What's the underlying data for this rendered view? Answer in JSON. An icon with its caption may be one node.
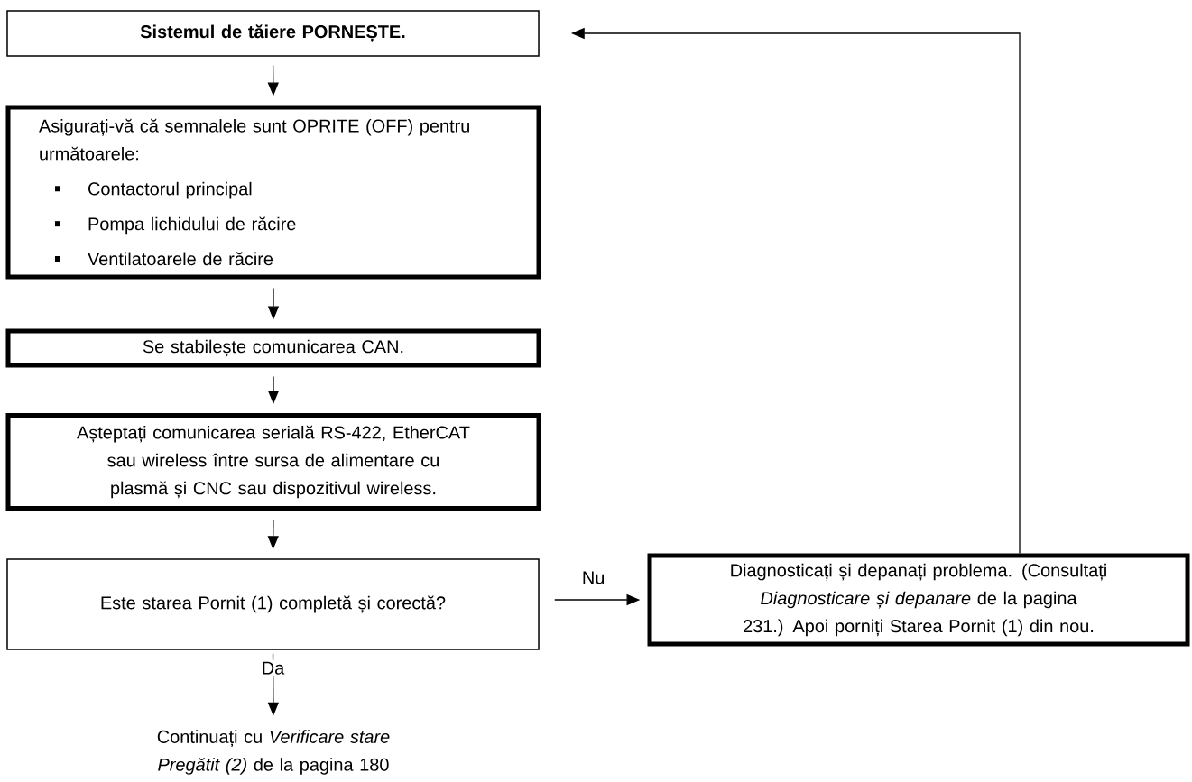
{
  "diagram": {
    "nodes": [
      {
        "text": [
          "Sistemul de tăiere PORNEȘTE."
        ]
      },
      {
        "text": [
          "Asigurați-vă că semnalele sunt OPRITE (OFF) pentru următoarele:",
          "Contactorul principal",
          "Pompa lichidului de răcire",
          "Ventilatoarele de răcire"
        ]
      },
      {
        "text": [
          "Se stabilește comunicarea CAN."
        ]
      },
      {
        "text": [
          "Așteptați comunicarea serială RS-422, EtherCAT sau wireless între sursa de alimentare cu plasmă și CNC sau dispozitivul wireless."
        ]
      },
      {
        "text": [
          "Este starea Pornit (1) completă și corectă?"
        ]
      },
      {
        "text": [
          "Diagnosticați și depanați problema. (Consultați *Diagnosticare și depanare* de la pagina 231.) Apoi porniți Starea Pornit (1) din nou."
        ]
      },
      {
        "text": [
          "Continuați cu *Verificare stare Pregătit (2)* de la pagina 180"
        ]
      }
    ],
    "edges": [
      {
        "from": 0,
        "to": 1,
        "arrow": "to"
      },
      {
        "from": 1,
        "to": 2,
        "arrow": "to"
      },
      {
        "from": 2,
        "to": 3,
        "arrow": "to"
      },
      {
        "from": 3,
        "to": 4,
        "arrow": "to"
      },
      {
        "from": 4,
        "to": 5,
        "arrow": "to",
        "label": "Nu"
      },
      {
        "from": 4,
        "to": 6,
        "arrow": "to",
        "label": "Da"
      },
      {
        "from": 5,
        "to": 0,
        "arrow": "to"
      }
    ]
  }
}
